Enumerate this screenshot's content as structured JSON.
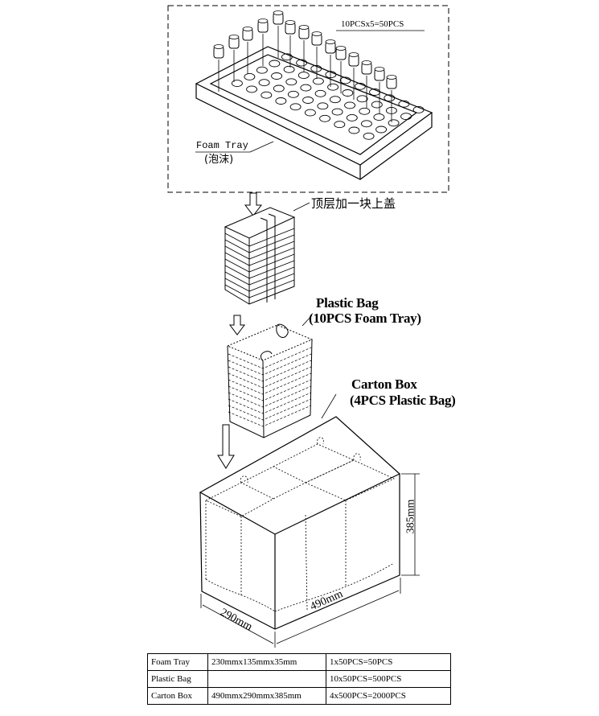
{
  "labels": {
    "tray_qty": "10PCSx5=50PCS",
    "foam_tray_en": "Foam Tray",
    "foam_tray_cn": "(泡沫)",
    "top_cover": "顶层加一块上盖",
    "plastic_bag_title": "Plastic Bag",
    "plastic_bag_sub": "(10PCS Foam Tray)",
    "carton_title": "Carton Box",
    "carton_sub": "(4PCS Plastic Bag)"
  },
  "dimensions": {
    "height": "385mm",
    "width": "490mm",
    "depth": "290mm"
  },
  "table": {
    "rows": [
      {
        "item": "Foam Tray",
        "size": "230mmx135mmx35mm",
        "qty": "1x50PCS=50PCS"
      },
      {
        "item": "Plastic Bag",
        "size": "",
        "qty": "10x50PCS=500PCS"
      },
      {
        "item": "Carton Box",
        "size": "490mmx290mmx385mm",
        "qty": "4x500PCS=2000PCS"
      }
    ]
  }
}
